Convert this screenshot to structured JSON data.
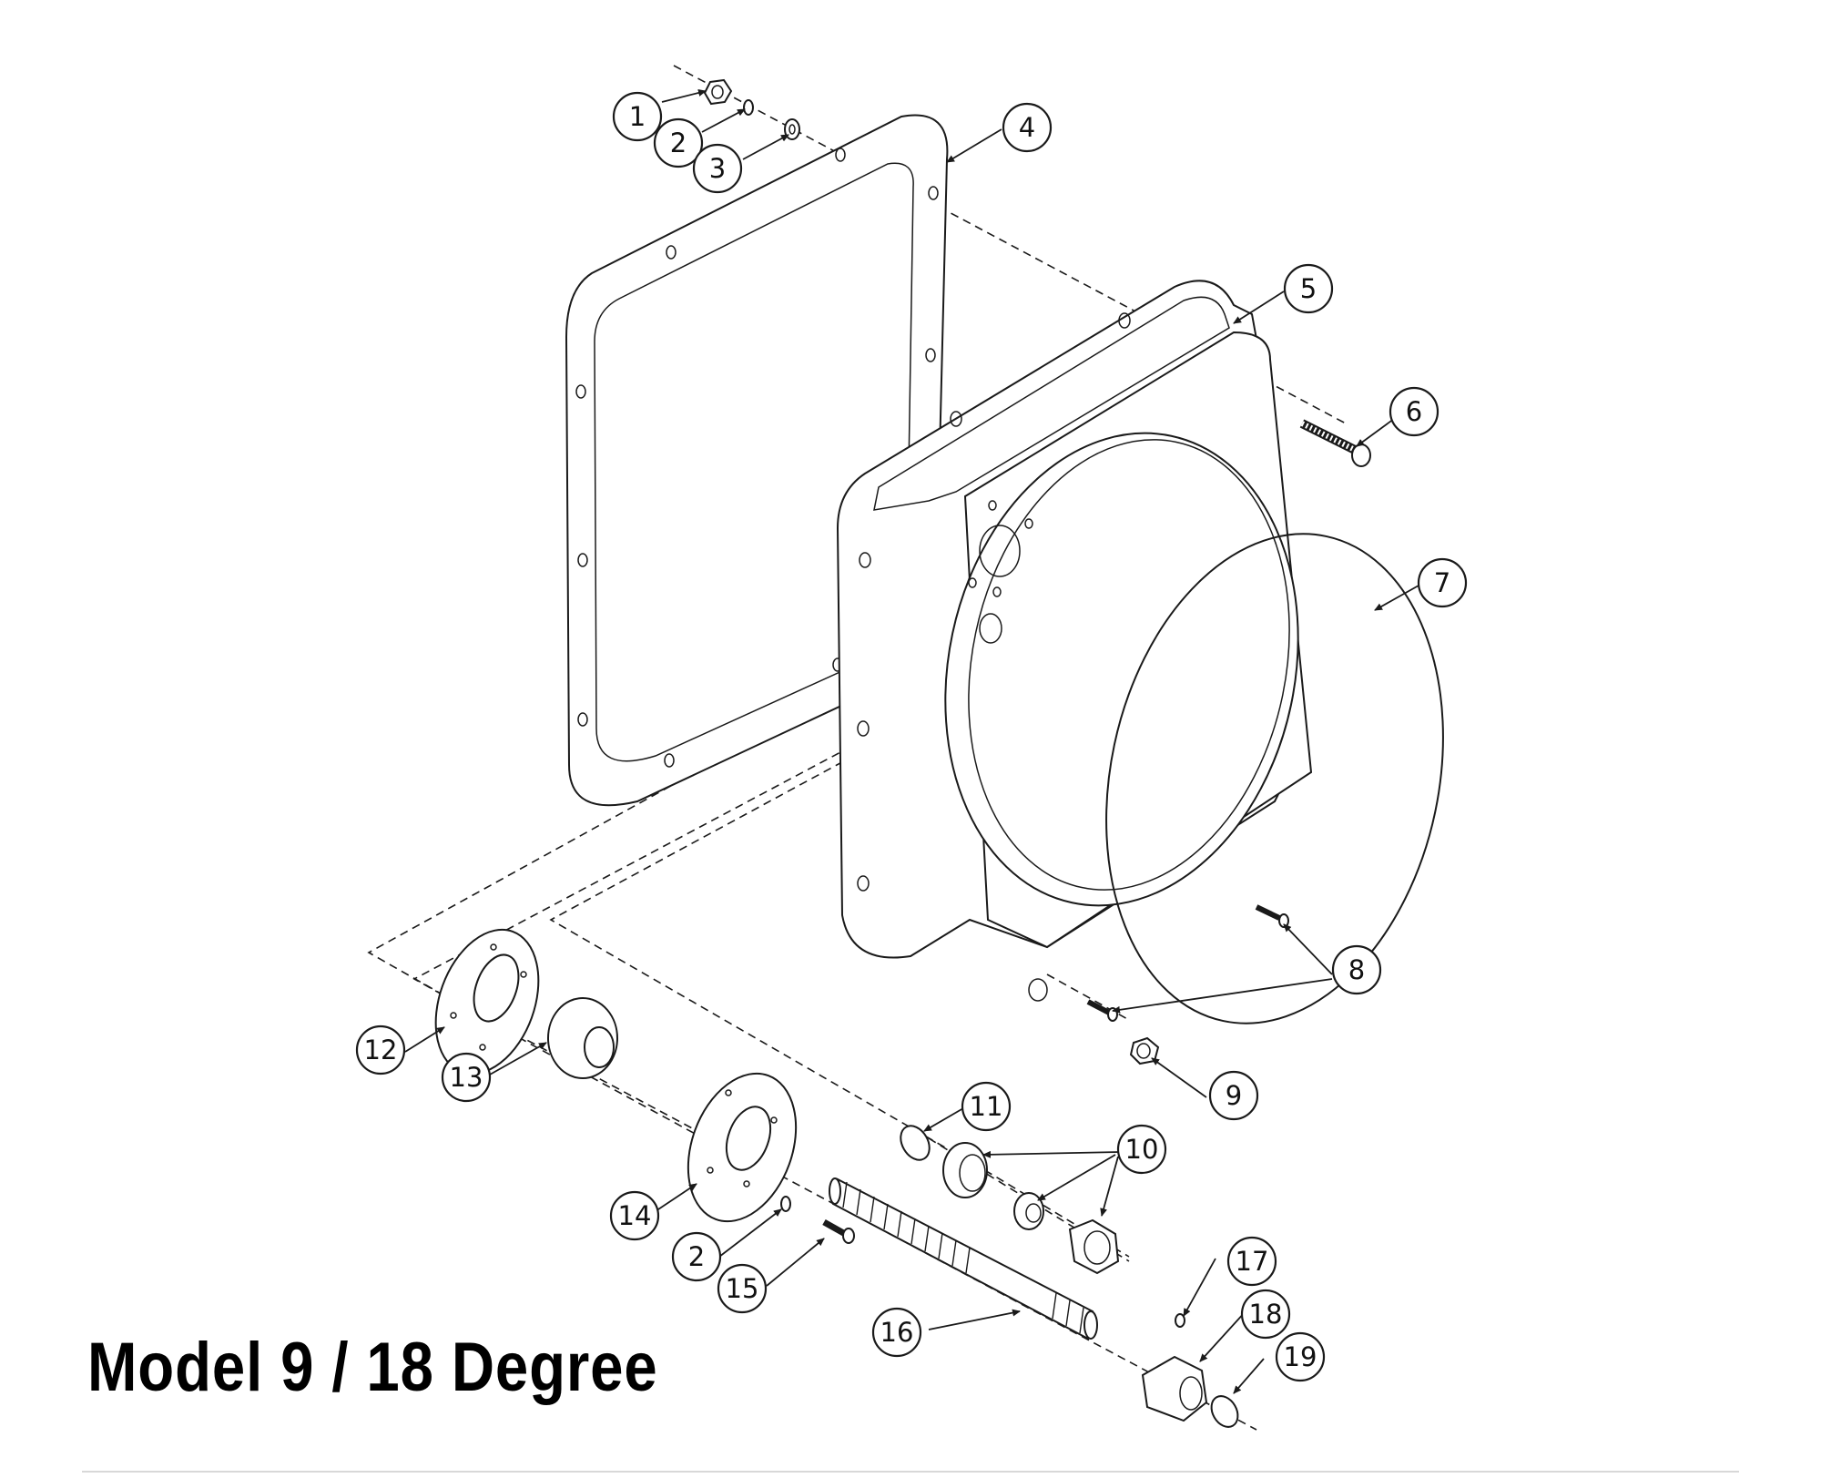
{
  "title": "Model 9 / 18 Degree",
  "callouts": [
    {
      "id": "c1",
      "label": "1"
    },
    {
      "id": "c2a",
      "label": "2"
    },
    {
      "id": "c3",
      "label": "3"
    },
    {
      "id": "c4",
      "label": "4"
    },
    {
      "id": "c5",
      "label": "5"
    },
    {
      "id": "c6",
      "label": "6"
    },
    {
      "id": "c7",
      "label": "7"
    },
    {
      "id": "c8",
      "label": "8"
    },
    {
      "id": "c9",
      "label": "9"
    },
    {
      "id": "c10",
      "label": "10"
    },
    {
      "id": "c11",
      "label": "11"
    },
    {
      "id": "c12",
      "label": "12"
    },
    {
      "id": "c13",
      "label": "13"
    },
    {
      "id": "c14",
      "label": "14"
    },
    {
      "id": "c2b",
      "label": "2"
    },
    {
      "id": "c15",
      "label": "15"
    },
    {
      "id": "c16",
      "label": "16"
    },
    {
      "id": "c17",
      "label": "17"
    },
    {
      "id": "c18",
      "label": "18"
    },
    {
      "id": "c19",
      "label": "19"
    }
  ],
  "colors": {
    "line": "#1a1a1a",
    "background": "#ffffff",
    "title": "#000000"
  }
}
